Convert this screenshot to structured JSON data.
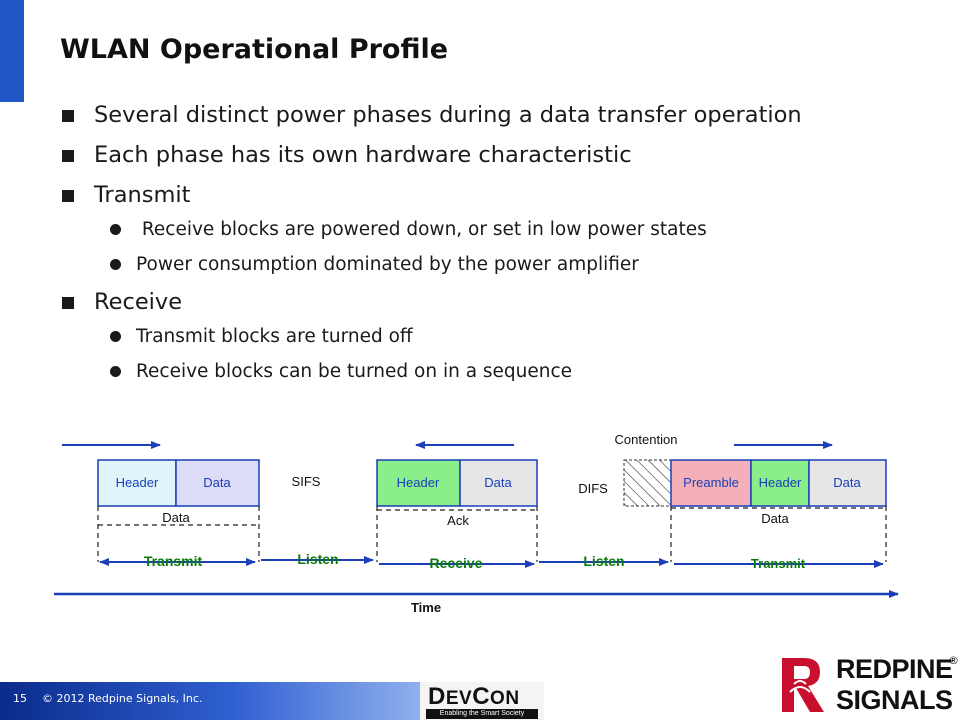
{
  "slide": {
    "title": "WLAN Operational Profile",
    "bullets": [
      {
        "text": "Several distinct power phases during a data transfer operation"
      },
      {
        "text": "Each phase has its own hardware characteristic"
      },
      {
        "text": "Transmit",
        "sub": [
          " Receive blocks are powered down, or set in low power states",
          "Power consumption dominated by the power amplifier"
        ]
      },
      {
        "text": "Receive",
        "sub": [
          "Transmit blocks are turned off",
          "Receive blocks can be turned on in a sequence"
        ]
      }
    ]
  },
  "diagram": {
    "frame1": {
      "header": "Header",
      "data": "Data",
      "span_label": "Data"
    },
    "sifs": "SIFS",
    "frame2": {
      "header": "Header",
      "data": "Data",
      "span_label": "Ack"
    },
    "contention": "Contention",
    "difs": "DIFS",
    "frame3": {
      "preamble": "Preamble",
      "header": "Header",
      "data": "Data",
      "span_label": "Data"
    },
    "phases": [
      "Transmit",
      "Listen",
      "Receive",
      "Listen",
      "Transmit"
    ],
    "time_label": "Time",
    "colors": {
      "header_tx": "#dff5fa",
      "data_tx": "#dcdcf7",
      "header_rx": "#8aee8a",
      "data_rx": "#e6e6e6",
      "preamble": "#f4b0b8",
      "phase_text": "#0b7a0b"
    }
  },
  "footer": {
    "page_number": "15",
    "copyright": "© 2012 Redpine Signals, Inc.",
    "devcon_brand_big_d": "D",
    "devcon_brand_ev": "EV",
    "devcon_brand_big_c": "C",
    "devcon_brand_on": "ON",
    "devcon_tagline": "Enabling the Smart Society",
    "redpine_line1": "REDPINE",
    "redpine_line2": "SIGNALS",
    "redpine_reg": "®"
  }
}
